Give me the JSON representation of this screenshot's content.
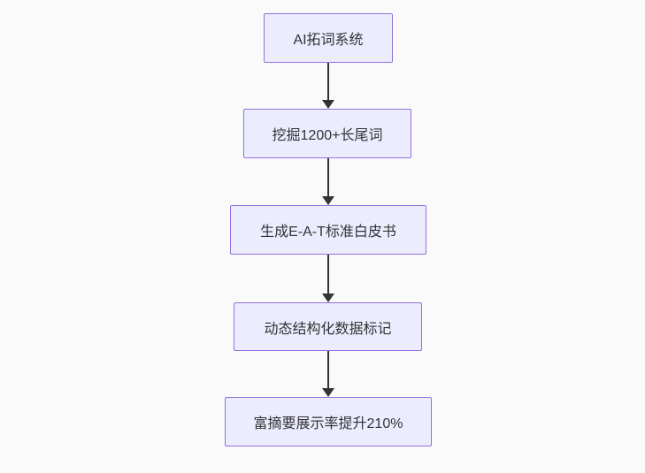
{
  "flowchart": {
    "type": "flowchart",
    "direction": "top-down",
    "nodes": [
      {
        "id": "A",
        "label": "AI拓词系统"
      },
      {
        "id": "B",
        "label": "挖掘1200+长尾词"
      },
      {
        "id": "C",
        "label": "生成E-A-T标准白皮书"
      },
      {
        "id": "D",
        "label": "动态结构化数据标记"
      },
      {
        "id": "E",
        "label": "富摘要展示率提升210%"
      }
    ],
    "edges": [
      {
        "from": "A",
        "to": "B"
      },
      {
        "from": "B",
        "to": "C"
      },
      {
        "from": "C",
        "to": "D"
      },
      {
        "from": "D",
        "to": "E"
      }
    ]
  },
  "theme": {
    "background": "#fafafa",
    "node_fill": "#ECECFF",
    "node_border": "#9370DB",
    "node_text": "#333333",
    "arrow_color": "#333333"
  }
}
